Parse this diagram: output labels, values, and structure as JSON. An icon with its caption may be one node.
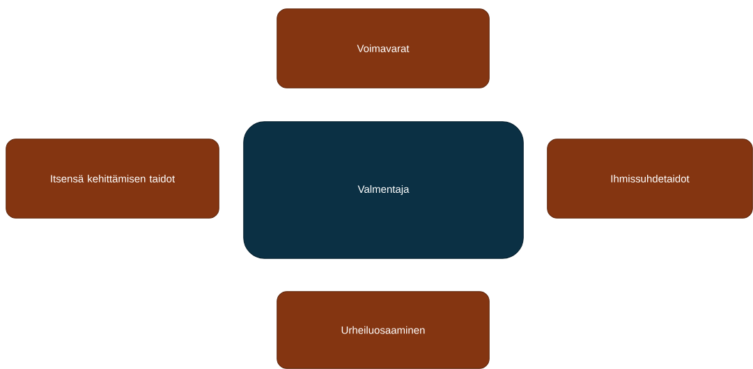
{
  "diagram": {
    "nodes": [
      {
        "text": [
          "Voimavarat"
        ]
      },
      {
        "text": [
          "Itsensä kehittämisen taidot"
        ]
      },
      {
        "text": [
          "Valmentaja"
        ]
      },
      {
        "text": [
          "Ihmissuhdetaidot"
        ]
      },
      {
        "text": [
          "Urheiluosaaminen"
        ]
      }
    ]
  }
}
